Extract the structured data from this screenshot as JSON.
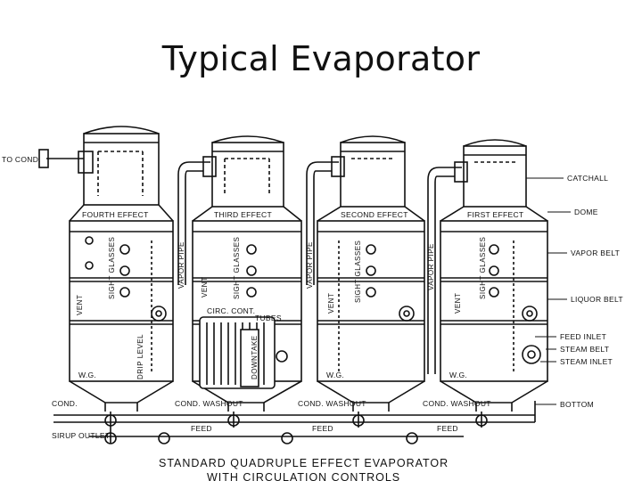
{
  "slide": {
    "title": "Typical Evaporator"
  },
  "diagram": {
    "effects": [
      {
        "label": "FOURTH EFFECT",
        "sight_glasses": "SIGHT GLASSES",
        "vent": "VENT"
      },
      {
        "label": "THIRD EFFECT",
        "sight_glasses": "SIGHT GLASSES",
        "vent": "VENT"
      },
      {
        "label": "SECOND EFFECT",
        "sight_glasses": "SIGHT GLASSES",
        "vent": "VENT"
      },
      {
        "label": "FIRST EFFECT",
        "sight_glasses": "SIGHT GLASSES",
        "vent": "VENT"
      }
    ],
    "vapor_pipe_labels": [
      "VAPOR PIPE",
      "VAPOR PIPE",
      "VAPOR PIPE"
    ],
    "left_labels": {
      "to_cond": "TO COND.",
      "cond": "COND.",
      "sirup_outlet": "SIRUP OUTLET"
    },
    "right_labels": {
      "catchall": "CATCHALL",
      "dome": "DOME",
      "vapor_belt": "VAPOR BELT",
      "liquor_belt": "LIQUOR BELT",
      "feed_inlet": "FEED INLET",
      "steam_belt": "STEAM BELT",
      "steam_inlet": "STEAM INLET",
      "bottom": "BOTTOM"
    },
    "inner_labels": {
      "circ_cont": "CIRC. CONT.",
      "tubes": "TUBES",
      "downtake": "DOWNTAKE",
      "wg": "W.G.",
      "cond_washout": "COND. WASHOUT",
      "feed": "FEED",
      "drip_level": "DRIP LEVEL"
    },
    "caption": [
      "STANDARD QUADRUPLE EFFECT EVAPORATOR",
      "WITH CIRCULATION CONTROLS"
    ]
  }
}
